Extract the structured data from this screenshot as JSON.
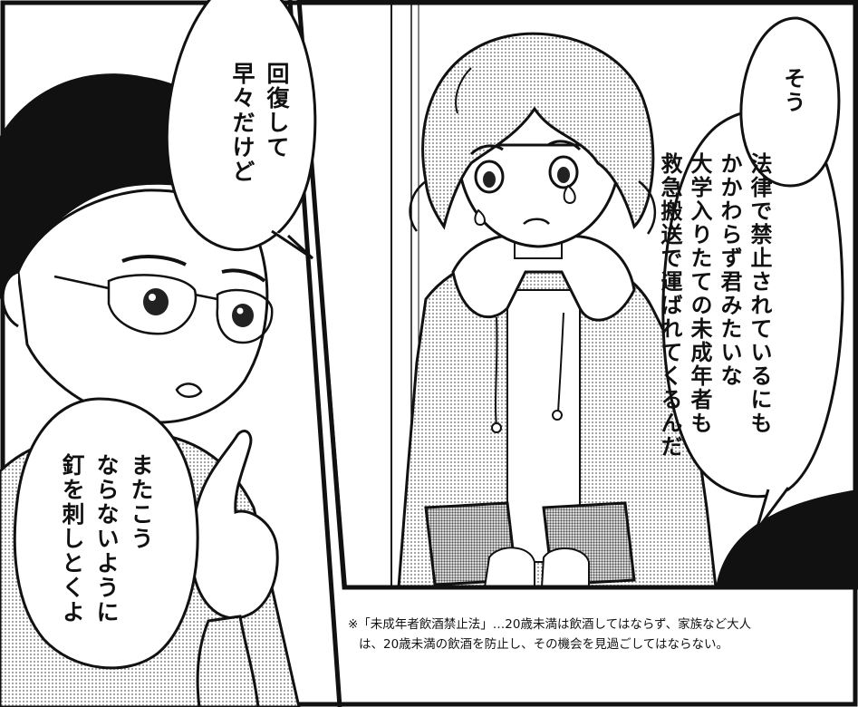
{
  "bubbles": {
    "right_main": "法律で禁止されているにも\nかかわらず君みたいな\n大学入りたての未成年者も\n救急搬送で運ばれてくるんだ",
    "right_top": "そう",
    "top_left": "回復して\n早々だけど",
    "bottom_left": "またこう\nならないように\n釘を刺しとくよ"
  },
  "footnote": {
    "line1": "※「未成年者飲酒禁止法」…20歳未満は飲酒してはならず、家族など大人",
    "line2": "は、20歳未満の飲酒を防止し、その機会を見過ごしてはならない。"
  },
  "colors": {
    "ink": "#111111",
    "screentone": "#b8b8b8",
    "paper": "#ffffff"
  }
}
